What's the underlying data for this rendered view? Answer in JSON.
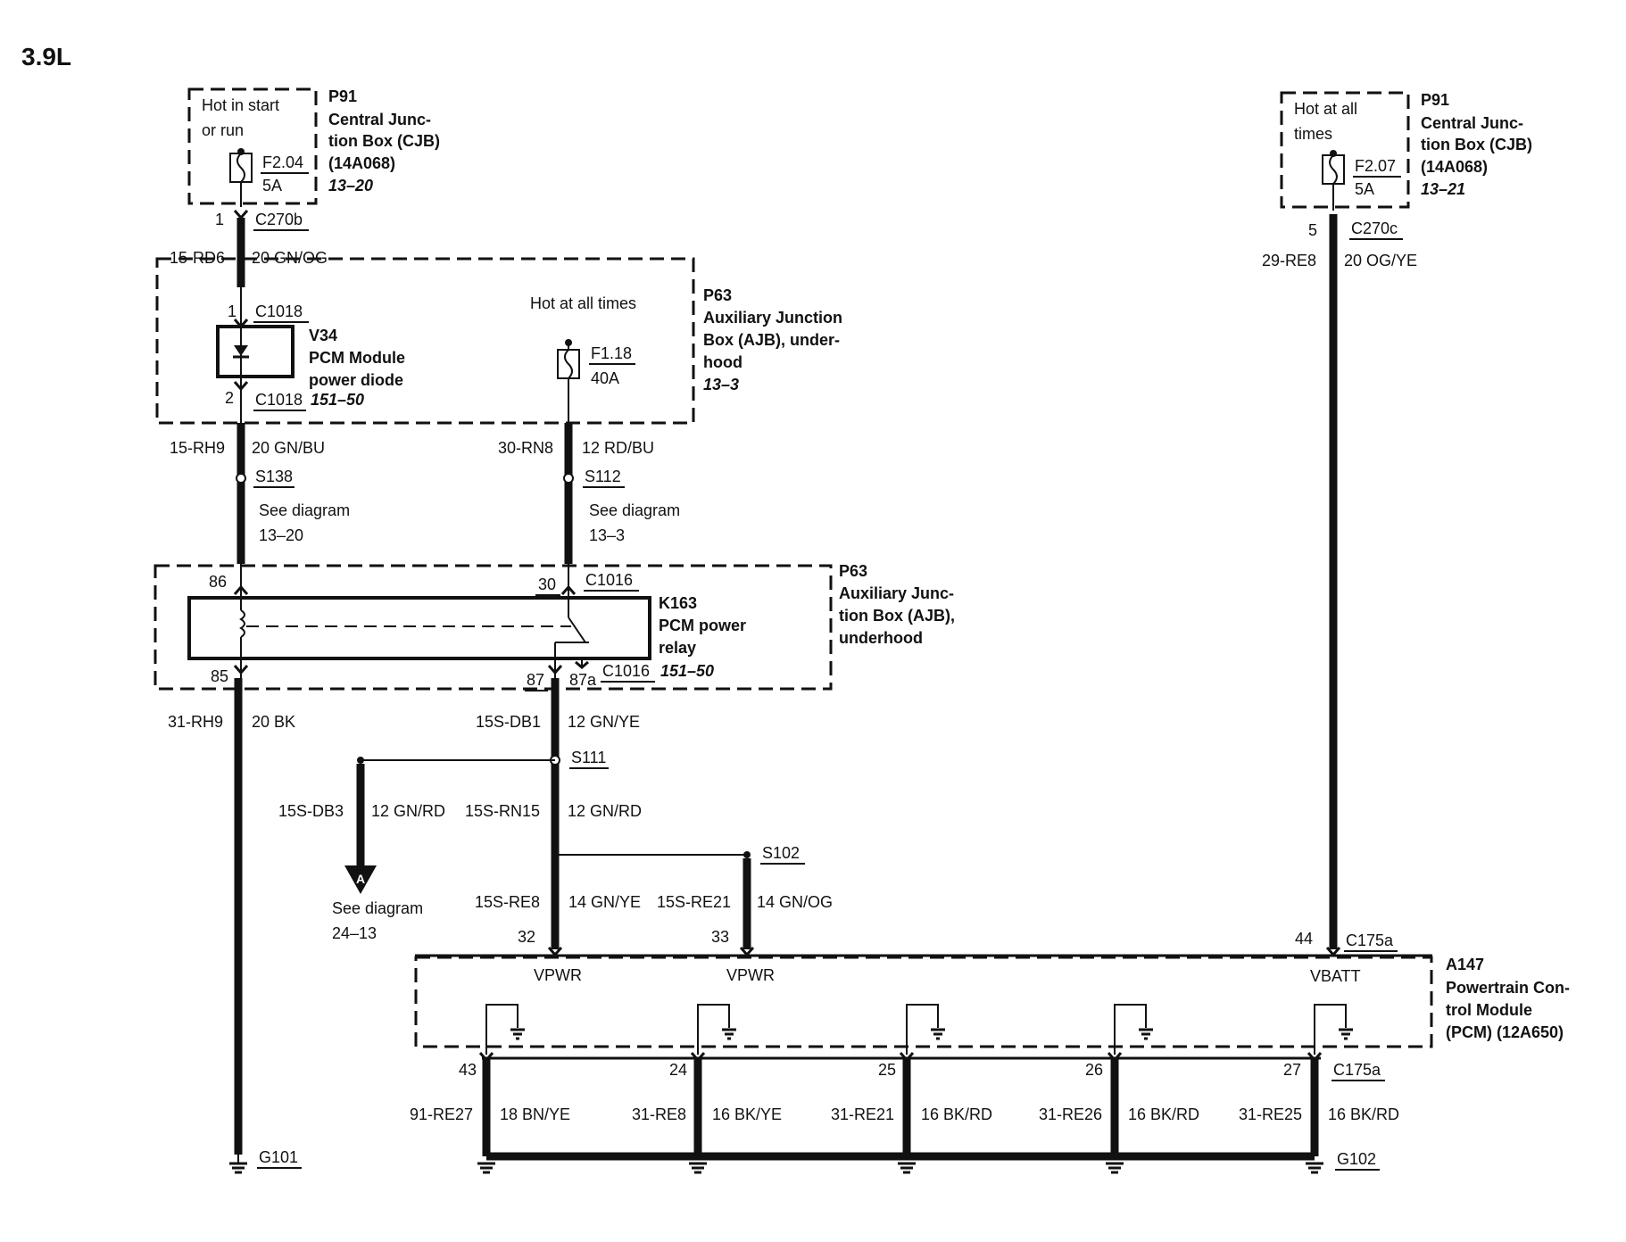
{
  "title": "3.9L",
  "cjb_left": {
    "hot_line1": "Hot in start",
    "hot_line2": "or run",
    "fuse": "F2.04",
    "rating": "5A",
    "ref": "P91",
    "name1": "Central Junc-",
    "name2": "tion Box (CJB)",
    "part": "(14A068)",
    "page": "13–20"
  },
  "cjb_right": {
    "hot_line1": "Hot at all",
    "hot_line2": "times",
    "fuse": "F2.07",
    "rating": "5A",
    "ref": "P91",
    "name1": "Central Junc-",
    "name2": "tion Box (CJB)",
    "part": "(14A068)",
    "page": "13–21"
  },
  "wire_a": {
    "pin": "1",
    "connector": "C270b",
    "circuit": "15-RD6",
    "gauge": "20 GN/OG"
  },
  "wire_r": {
    "pin": "5",
    "connector": "C270c",
    "circuit": "29-RE8",
    "gauge": "20 OG/YE"
  },
  "ajb_top": {
    "hot": "Hot at all times",
    "ref": "P63",
    "name1": "Auxiliary Junction",
    "name2": "Box (AJB), under-",
    "name3": "hood",
    "page": "13–3",
    "pin_in": "1",
    "conn_in": "C1018",
    "pin_out": "2",
    "conn_out": "C1018",
    "conn_page": "151–50",
    "diode_ref": "V34",
    "diode_name1": "PCM Module",
    "diode_name2": "power diode",
    "fuse": "F1.18",
    "rating": "40A"
  },
  "wire_b": {
    "circuit": "15-RH9",
    "gauge": "20 GN/BU",
    "splice": "S138",
    "see1": "See diagram",
    "see2": "13–20"
  },
  "wire_c": {
    "circuit": "30-RN8",
    "gauge": "12 RD/BU",
    "splice": "S112",
    "see1": "See diagram",
    "see2": "13–3"
  },
  "ajb_relay": {
    "ref": "P63",
    "name1": "Auxiliary Junc-",
    "name2": "tion Box (AJB),",
    "name3": "underhood",
    "pin86": "86",
    "pin30": "30",
    "conn_top": "C1016",
    "relay_ref": "K163",
    "relay_name1": "PCM power",
    "relay_name2": "relay",
    "pin85": "85",
    "pin87": "87",
    "pin87a": "87a",
    "conn_bot": "C1016",
    "conn_page": "151–50"
  },
  "wire_ground_left": {
    "circuit": "31-RH9",
    "gauge": "20 BK",
    "ground": "G101"
  },
  "wire_d": {
    "circuit": "15S-DB1",
    "gauge": "12 GN/YE",
    "splice": "S111"
  },
  "wire_e": {
    "circuit": "15S-DB3",
    "gauge": "12 GN/RD",
    "connector": "A",
    "see1": "See diagram",
    "see2": "24–13"
  },
  "wire_f": {
    "circuit": "15S-RN15",
    "gauge": "12 GN/RD"
  },
  "wire_g": {
    "circuit": "15S-RE8",
    "gauge": "14 GN/YE",
    "pin": "32"
  },
  "wire_h": {
    "circuit": "15S-RE21",
    "gauge": "14 GN/OG",
    "pin": "33",
    "splice": "S102"
  },
  "pcm": {
    "pin44": "44",
    "conn_top": "C175a",
    "vpwr1": "VPWR",
    "vpwr2": "VPWR",
    "vbatt": "VBATT",
    "ref": "A147",
    "name1": "Powertrain Con-",
    "name2": "trol Module",
    "name3": "(PCM) (12A650)",
    "conn_bot": "C175a"
  },
  "grounds": [
    {
      "pin": "43",
      "circuit": "91-RE27",
      "gauge": "18 BN/YE"
    },
    {
      "pin": "24",
      "circuit": "31-RE8",
      "gauge": "16 BK/YE"
    },
    {
      "pin": "25",
      "circuit": "31-RE21",
      "gauge": "16 BK/RD"
    },
    {
      "pin": "26",
      "circuit": "31-RE26",
      "gauge": "16 BK/RD"
    },
    {
      "pin": "27",
      "circuit": "31-RE25",
      "gauge": "16 BK/RD"
    }
  ],
  "ground_right": "G102"
}
